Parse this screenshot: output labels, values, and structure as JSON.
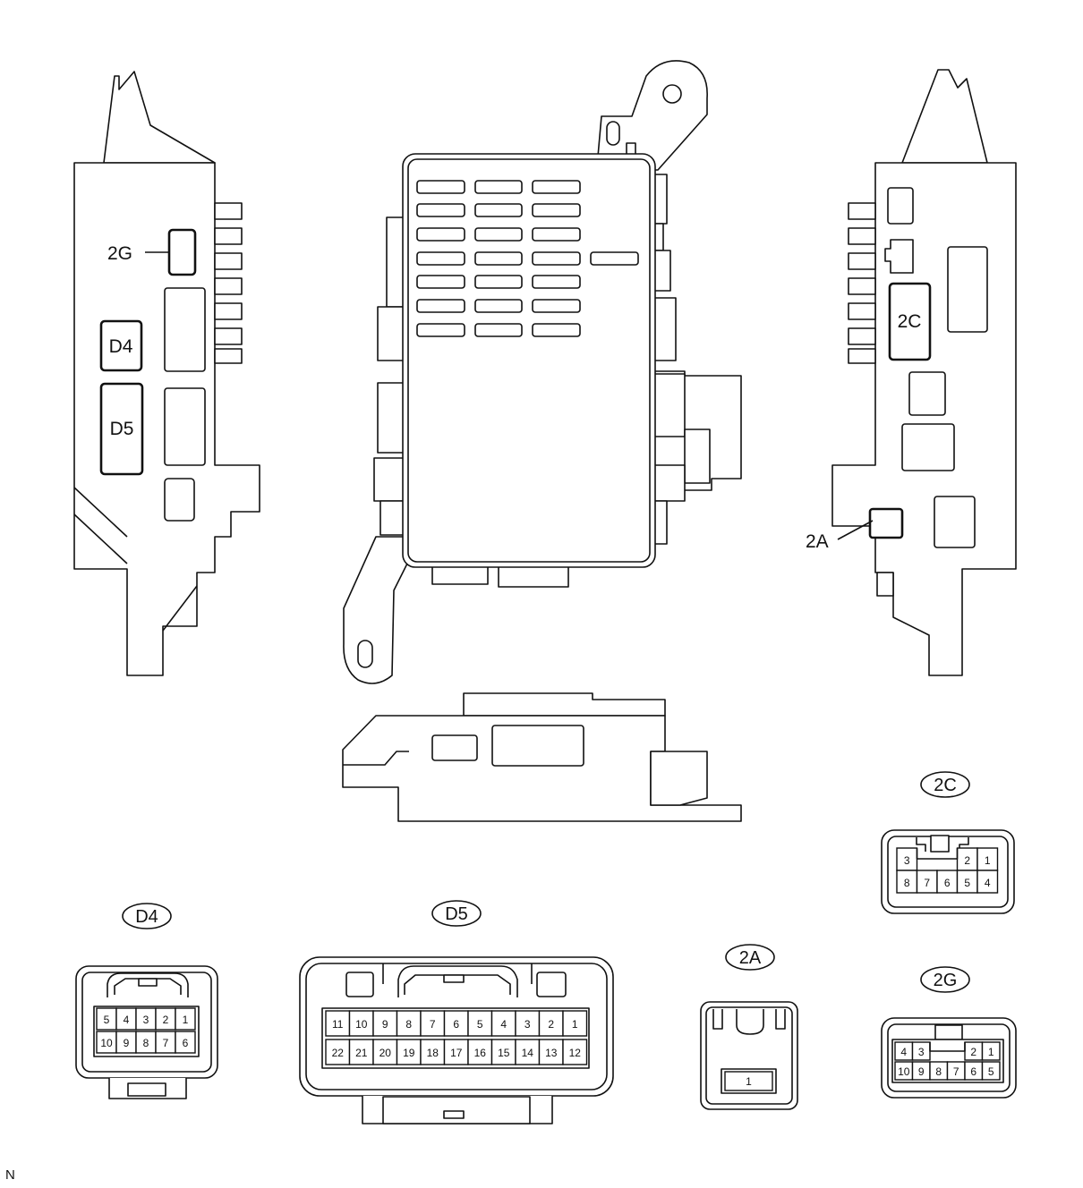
{
  "callouts": {
    "left": [
      "2G",
      "D4",
      "D5"
    ],
    "right": [
      "2C",
      "2A"
    ]
  },
  "connectors": {
    "d4": {
      "label": "D4",
      "row1": [
        "5",
        "4",
        "3",
        "2",
        "1"
      ],
      "row2": [
        "10",
        "9",
        "8",
        "7",
        "6"
      ]
    },
    "d5": {
      "label": "D5",
      "row1": [
        "11",
        "10",
        "9",
        "8",
        "7",
        "6",
        "5",
        "4",
        "3",
        "2",
        "1"
      ],
      "row2": [
        "22",
        "21",
        "20",
        "19",
        "18",
        "17",
        "16",
        "15",
        "14",
        "13",
        "12"
      ]
    },
    "c2a": {
      "label": "2A",
      "row1": [
        "1"
      ]
    },
    "c2c": {
      "label": "2C",
      "row1": [
        "3",
        "",
        "",
        "2",
        "1"
      ],
      "row2": [
        "8",
        "7",
        "6",
        "5",
        "4"
      ]
    },
    "c2g": {
      "label": "2G",
      "row1": [
        "4",
        "3",
        "",
        "",
        "2",
        "1"
      ],
      "row2": [
        "10",
        "9",
        "8",
        "7",
        "6",
        "5"
      ]
    }
  },
  "corner_mark": "N"
}
